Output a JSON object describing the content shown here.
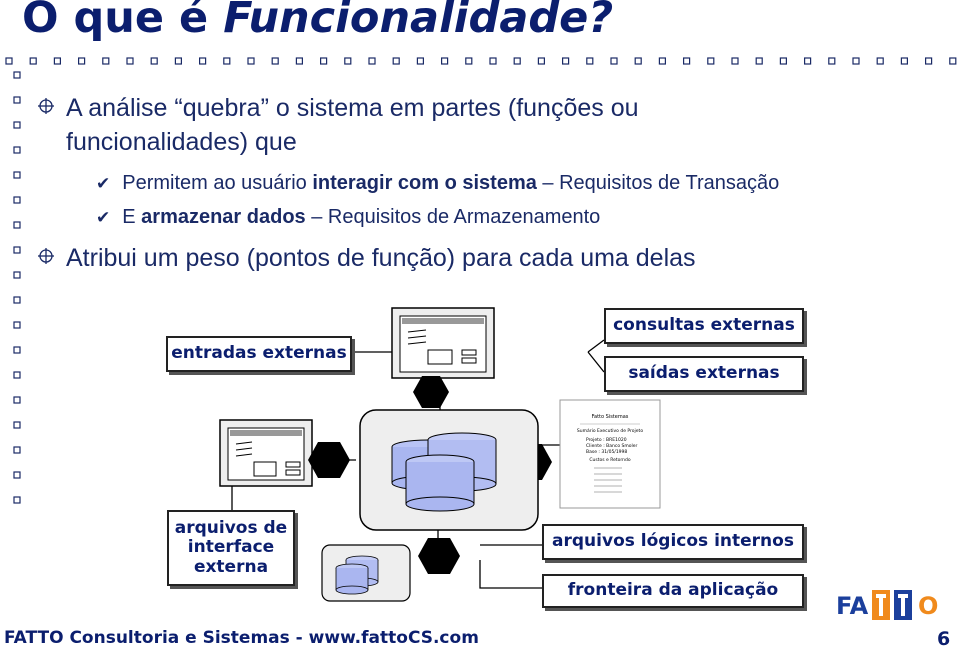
{
  "title": {
    "prefix": "O que é ",
    "emphasis": "Funcionalidade?"
  },
  "bullets": [
    {
      "line1": "A análise “quebra” o sistema em partes (funções ou",
      "line2": "funcionalidades) que"
    },
    {
      "line1": "Atribui um peso (pontos de função) para cada uma delas"
    }
  ],
  "sub_bullets": [
    {
      "pre": "Permitem ao usuário ",
      "bold": "interagir com o sistema",
      "post": " – Requisitos de Transação"
    },
    {
      "pre": "E ",
      "bold": "armazenar dados",
      "post": " – Requisitos de Armazenamento"
    }
  ],
  "diagram": {
    "entradas": "entradas externas",
    "consultas": "consultas externas",
    "saidas": "saídas externas",
    "aie_1": "arquivos de",
    "aie_2": "interface",
    "aie_3": "externa",
    "ali": "arquivos lógicos internos",
    "fronteira": "fronteira da aplicação",
    "report": {
      "company": "Fatto Sistemas",
      "heading": "Sumário Executivo de Projeto",
      "line1": "Projeto : BRE1020",
      "line2": "Cliente : Banco Smoler",
      "line3": "Base    : 31/05/1998",
      "line4": "Custos e Retorndo"
    }
  },
  "logo": {
    "text_left": "FA",
    "text_right": "O",
    "color_orange": "#f08a1c",
    "color_blue": "#1b3f9c"
  },
  "footer": "FATTO Consultoria e Sistemas - www.fattoCS.com",
  "page_number": "6",
  "colors": {
    "title": "#0b1e6e",
    "body_text": "#1a2a66",
    "bullet_dot": "#1a2a66"
  }
}
